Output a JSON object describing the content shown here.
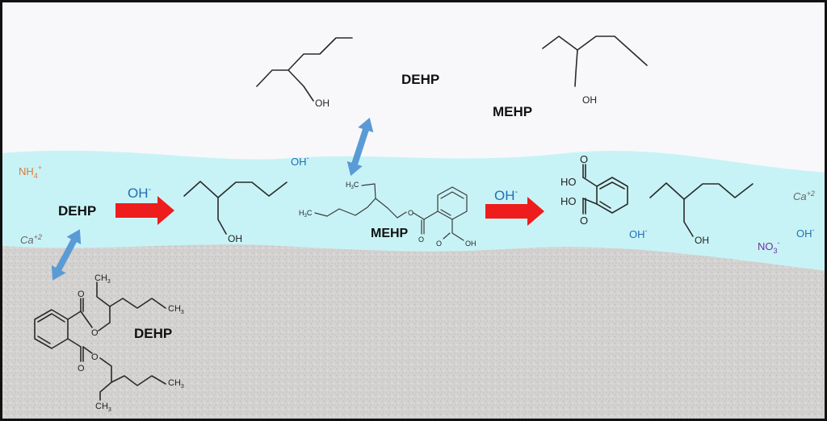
{
  "zones": {
    "air_color": "#f8f8fa",
    "water_color": "#c8f3f6",
    "soil_color": "#d3d2d1",
    "border_color": "#111111"
  },
  "labels": {
    "dehp_air": "DEHP",
    "mehp_air": "MEHP",
    "dehp_water": "DEHP",
    "mehp_water": "MEHP",
    "dehp_soil": "DEHP"
  },
  "ions": {
    "nh4_base": "NH",
    "nh4_sub": "4",
    "nh4_sup": "+",
    "ca_left_base": "Ca",
    "ca_left_sup": "+2",
    "ca_right_base": "Ca",
    "ca_right_sup": "+2",
    "oh_base": "OH",
    "oh_sup": "-",
    "no3_base": "NO",
    "no3_sub": "3",
    "no3_sup": "-"
  },
  "atoms": {
    "oh": "OH",
    "o": "O",
    "ho": "HO",
    "ch3": "CH",
    "ch3_sub": "3",
    "h3c": "H",
    "h3c_sub": "3",
    "h3c_c": "C"
  },
  "colors": {
    "reaction_arrow": "#ee1c1c",
    "transfer_arrow": "#5b9bd5",
    "oh_ion": "#1f6fb5",
    "nh4_ion": "#e07b39",
    "ca_ion": "#666666",
    "no3_ion": "#7030a0"
  }
}
